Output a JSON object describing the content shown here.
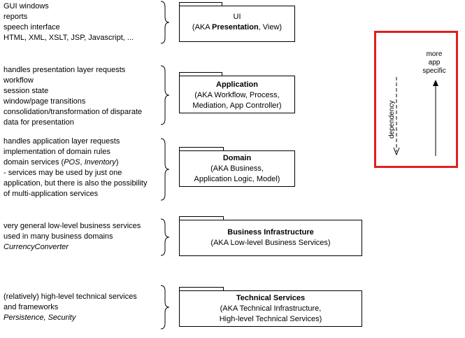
{
  "layers": [
    {
      "key": "ui",
      "desc": [
        "GUI windows",
        "reports",
        "speech interface",
        "HTML, XML, XSLT, JSP, Javascript, ..."
      ],
      "title_prefix": "UI",
      "aka_line1": "(AKA ",
      "aka_bold": "Presentation",
      "aka_line1_end": ", View)",
      "aka_line2": ""
    },
    {
      "key": "application",
      "desc": [
        "handles presentation layer requests",
        "workflow",
        "session state",
        "window/page transitions",
        "consolidation/transformation of disparate",
        "data for presentation"
      ],
      "title": "Application",
      "aka_line1": "(AKA Workflow, Process,",
      "aka_line2": "Mediation, App Controller)"
    },
    {
      "key": "domain",
      "desc": [
        "handles application layer requests",
        "implementation of domain rules"
      ],
      "desc_italic_line": {
        "prefix": "domain services (",
        "italic1": "POS",
        "mid": ", ",
        "italic2": "Inventory",
        "suffix": ")"
      },
      "desc_rest": [
        "- services may be used by just one",
        "application, but there is also the possibility",
        "of multi-application services"
      ],
      "title": "Domain",
      "aka_line1": "(AKA Business,",
      "aka_line2": "Application Logic, Model)"
    },
    {
      "key": "business-infrastructure",
      "desc": [
        "very general low-level business services",
        "used in many business domains"
      ],
      "desc_italic": "CurrencyConverter",
      "title": "Business Infrastructure",
      "aka_line1": "(AKA Low-level Business Services)",
      "aka_line2": ""
    },
    {
      "key": "technical-services",
      "desc": [
        "(relatively) high-level technical services",
        "and frameworks"
      ],
      "desc_italic": "Persistence, Security",
      "title": "Technical Services",
      "aka_line1": "(AKA Technical Infrastructure,",
      "aka_line2": "High-level Technical Services)"
    }
  ],
  "legend": {
    "more_specific": [
      "more",
      "app",
      "specific"
    ],
    "dependency": "dependency",
    "border_color": "#e41e1e"
  }
}
